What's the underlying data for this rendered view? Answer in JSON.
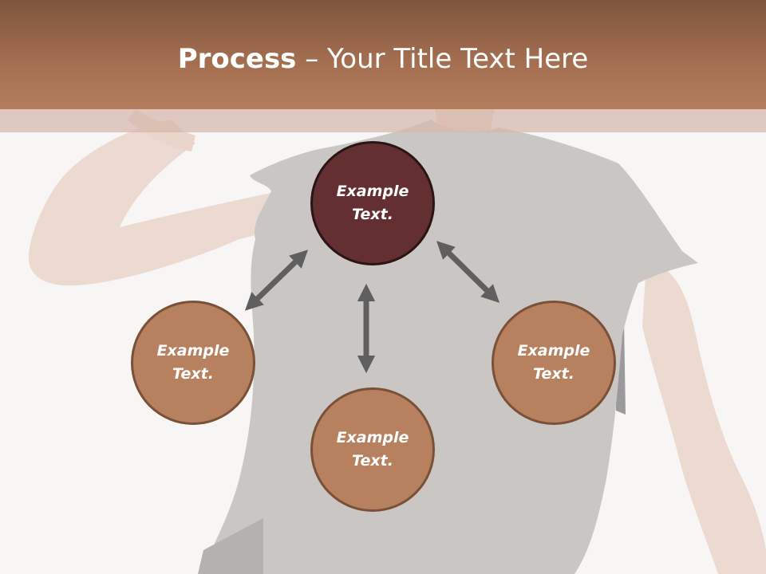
{
  "slide": {
    "title_bold": "Process",
    "title_rest": " – Your Title Text Here"
  },
  "nodes": [
    {
      "line1": "Example",
      "line2": "Text."
    },
    {
      "line1": "Example",
      "line2": "Text."
    },
    {
      "line1": "Example",
      "line2": "Text."
    },
    {
      "line1": "Example",
      "line2": "Text."
    }
  ],
  "colors": {
    "title_bar": "#a36d50",
    "center_node": "#632f30",
    "outer_nodes": "#b7805f",
    "arrows": "#5f5f5f"
  },
  "icons": [
    "double-arrow-icon"
  ]
}
